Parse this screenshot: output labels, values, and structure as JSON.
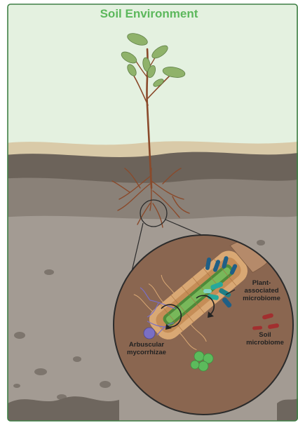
{
  "title": "Soil Environment",
  "labels": {
    "plant_microbiome": "Plant-\nassociated\nmicrobiome",
    "soil_microbiome": "Soil\nmicrobiome",
    "mycorrhizae": "Arbuscular\nmycorrhizae"
  },
  "colors": {
    "title": "#5cb85c",
    "sky": "#e4f1e0",
    "border": "#3f7f45",
    "topsoil": "#d9caa8",
    "band_dark": "#6c635a",
    "band_mid": "#8a8178",
    "soil_deep": "#a39b93",
    "zoom_bg": "#8a6650",
    "root": "#8a4a2b",
    "leaf": "#8fb26a"
  }
}
